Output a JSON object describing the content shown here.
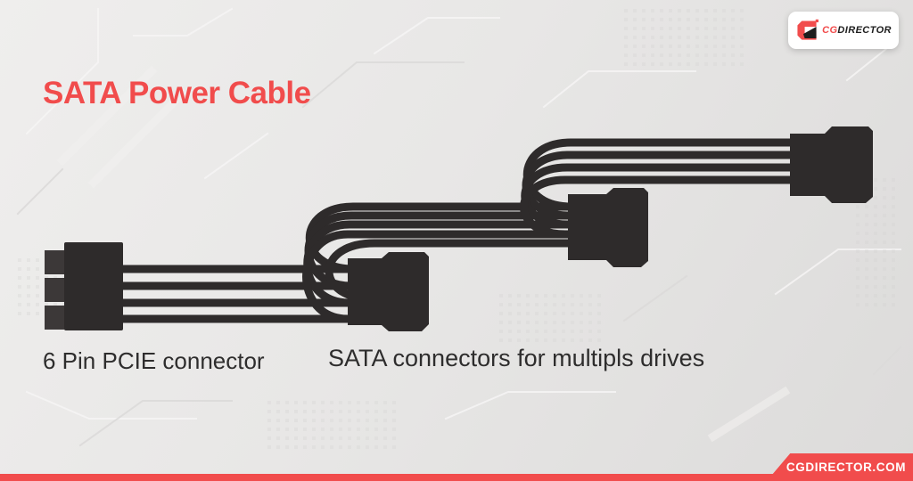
{
  "theme": {
    "background": "#e9e8e7",
    "accent_red": "#f14c4c",
    "cable_dark": "#2e2b2b",
    "pin_gray": "#3c3838",
    "label_color": "#2e2d2d",
    "logo_dark": "#1d1d1d",
    "badge_white": "#ffffff"
  },
  "header": {
    "title": "SATA Power Cable"
  },
  "brand_badge": {
    "text_cg": "CG",
    "text_director": "DIRECTOR"
  },
  "footer_badge": {
    "text": "CGDIRECTOR.COM"
  },
  "diagram": {
    "label_pcie": "6 Pin PCIE connector",
    "label_sata": "SATA connectors for multipls drives",
    "connector_names": [
      "6-pin-pcie-connector",
      "sata-connector-1",
      "sata-connector-2",
      "sata-connector-3"
    ]
  }
}
